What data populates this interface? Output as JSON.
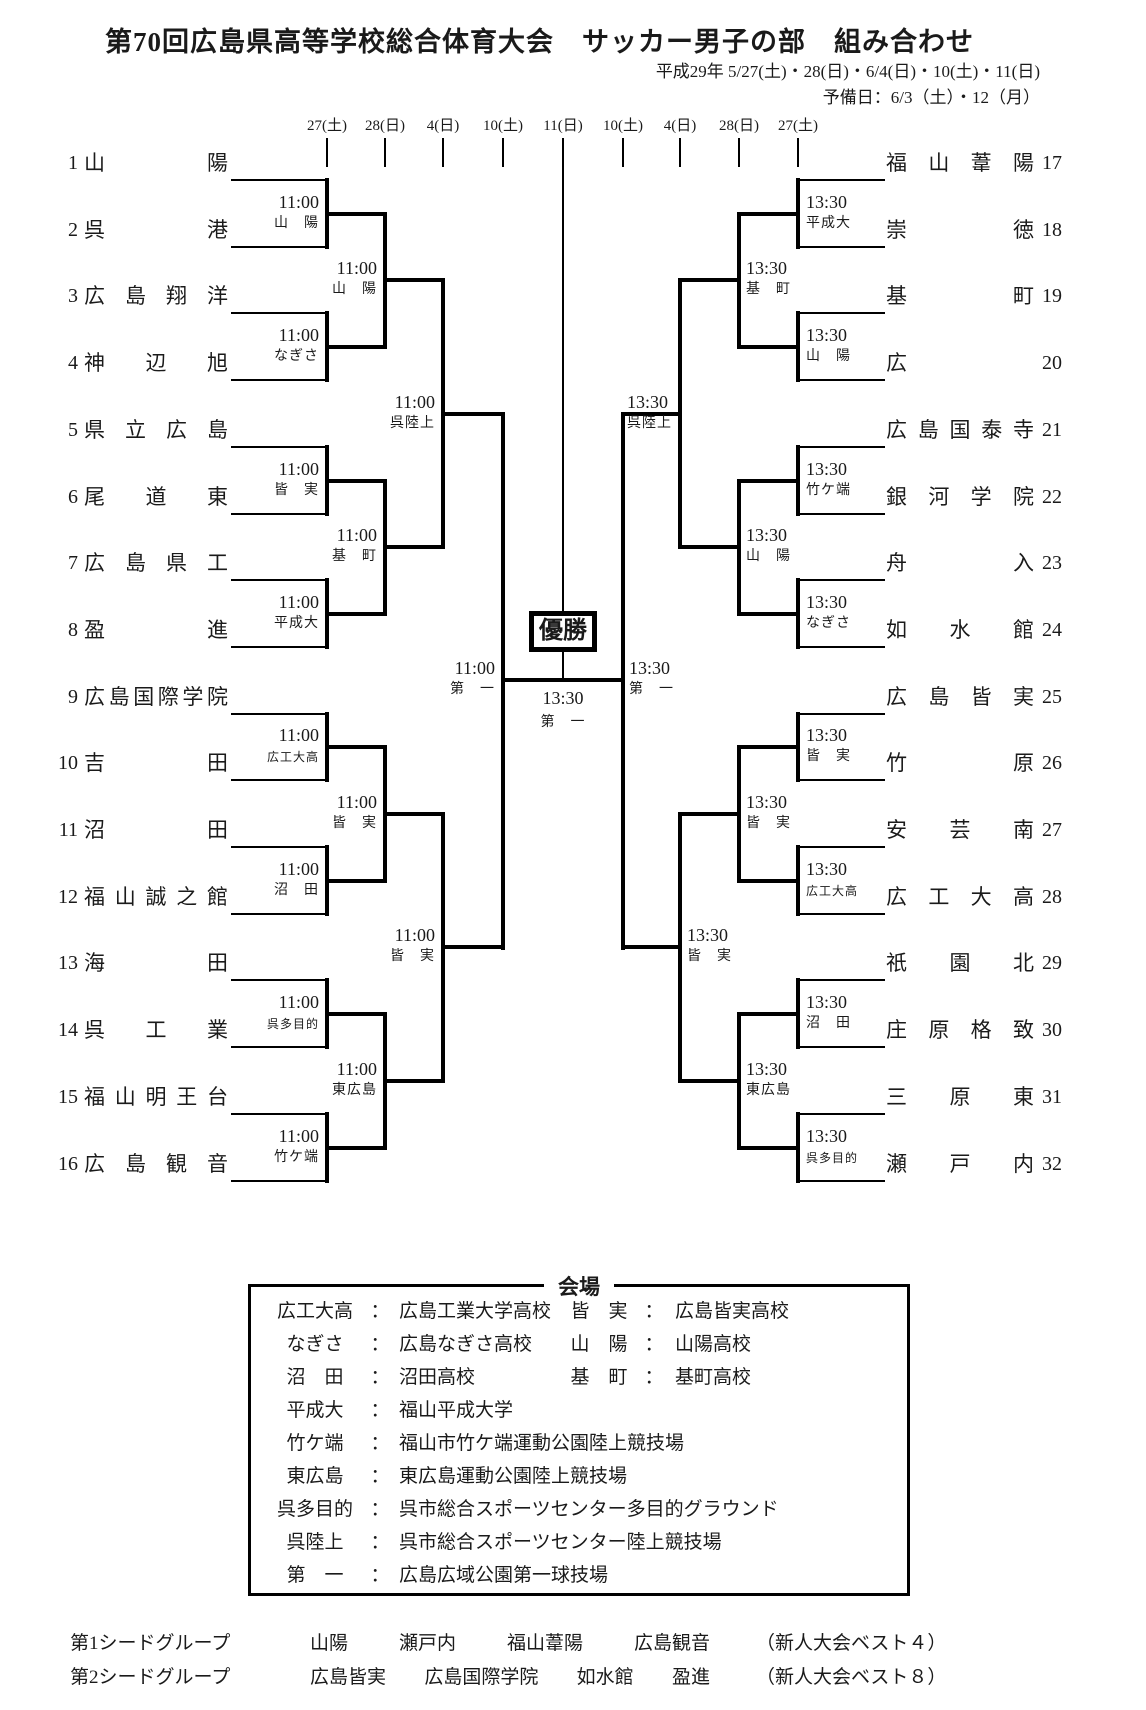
{
  "header": {
    "title": "第70回広島県高等学校総合体育大会　サッカー男子の部　組み合わせ",
    "dates_line": "平成29年 5/27(土)・28(日)・6/4(日)・10(土)・11(日)",
    "reserve_line": "予備日：6/3（土）・12（月）"
  },
  "column_dates": [
    "27(土)",
    "28(日)",
    "4(日)",
    "10(土)",
    "11(日)",
    "10(土)",
    "4(日)",
    "28(日)",
    "27(土)"
  ],
  "champion_label": "優勝",
  "bracket": {
    "teams_left": [
      {
        "no": "1",
        "name": "山陽"
      },
      {
        "no": "2",
        "name": "呉港"
      },
      {
        "no": "3",
        "name": "広島翔洋"
      },
      {
        "no": "4",
        "name": "神辺旭"
      },
      {
        "no": "5",
        "name": "県立広島"
      },
      {
        "no": "6",
        "name": "尾道東"
      },
      {
        "no": "7",
        "name": "広島県工"
      },
      {
        "no": "8",
        "name": "盈進"
      },
      {
        "no": "9",
        "name": "広島国際学院"
      },
      {
        "no": "10",
        "name": "吉田"
      },
      {
        "no": "11",
        "name": "沼田"
      },
      {
        "no": "12",
        "name": "福山誠之館"
      },
      {
        "no": "13",
        "name": "海田"
      },
      {
        "no": "14",
        "name": "呉工業"
      },
      {
        "no": "15",
        "name": "福山明王台"
      },
      {
        "no": "16",
        "name": "広島観音"
      }
    ],
    "teams_right": [
      {
        "no": "17",
        "name": "福山葦陽"
      },
      {
        "no": "18",
        "name": "崇徳"
      },
      {
        "no": "19",
        "name": "基町"
      },
      {
        "no": "20",
        "name": "広"
      },
      {
        "no": "21",
        "name": "広島国泰寺"
      },
      {
        "no": "22",
        "name": "銀河学院"
      },
      {
        "no": "23",
        "name": "舟入"
      },
      {
        "no": "24",
        "name": "如水館"
      },
      {
        "no": "25",
        "name": "広島皆実"
      },
      {
        "no": "26",
        "name": "竹原"
      },
      {
        "no": "27",
        "name": "安芸南"
      },
      {
        "no": "28",
        "name": "広工大高"
      },
      {
        "no": "29",
        "name": "祇園北"
      },
      {
        "no": "30",
        "name": "庄原格致"
      },
      {
        "no": "31",
        "name": "三原東"
      },
      {
        "no": "32",
        "name": "瀬戸内"
      }
    ],
    "rounds_left": {
      "r1": [
        {
          "time": "11:00",
          "venue": "山　陽"
        },
        {
          "time": "11:00",
          "venue": "なぎさ"
        },
        {
          "time": "11:00",
          "venue": "皆　実"
        },
        {
          "time": "11:00",
          "venue": "平成大"
        },
        {
          "time": "11:00",
          "venue": "広工大高"
        },
        {
          "time": "11:00",
          "venue": "沼　田"
        },
        {
          "time": "11:00",
          "venue": "呉多目的"
        },
        {
          "time": "11:00",
          "venue": "竹ケ端"
        }
      ],
      "r2": [
        {
          "time": "11:00",
          "venue": "山　陽"
        },
        {
          "time": "11:00",
          "venue": "基　町"
        },
        {
          "time": "11:00",
          "venue": "皆　実"
        },
        {
          "time": "11:00",
          "venue": "東広島"
        }
      ],
      "qf": [
        {
          "time": "11:00",
          "venue": "呉陸上"
        },
        {
          "time": "11:00",
          "venue": "皆　実"
        }
      ],
      "sf": {
        "time": "11:00",
        "venue": "第　一"
      }
    },
    "rounds_right": {
      "r1": [
        {
          "time": "13:30",
          "venue": "平成大"
        },
        {
          "time": "13:30",
          "venue": "山　陽"
        },
        {
          "time": "13:30",
          "venue": "竹ケ端"
        },
        {
          "time": "13:30",
          "venue": "なぎさ"
        },
        {
          "time": "13:30",
          "venue": "皆　実"
        },
        {
          "time": "13:30",
          "venue": "広工大高"
        },
        {
          "time": "13:30",
          "venue": "沼　田"
        },
        {
          "time": "13:30",
          "venue": "呉多目的"
        }
      ],
      "r2": [
        {
          "time": "13:30",
          "venue": "基　町"
        },
        {
          "time": "13:30",
          "venue": "山　陽"
        },
        {
          "time": "13:30",
          "venue": "皆　実"
        },
        {
          "time": "13:30",
          "venue": "東広島"
        }
      ],
      "qf": [
        {
          "time": "13:30",
          "venue": "呉陸上"
        },
        {
          "time": "13:30",
          "venue": "皆　実"
        }
      ],
      "sf": {
        "time": "13:30",
        "venue": "第　一"
      }
    },
    "final": {
      "time": "13:30",
      "venue": "第　一"
    }
  },
  "venues": {
    "title": "会場",
    "rows": [
      [
        [
          "広工大高",
          "広島工業大学高校"
        ],
        [
          "皆　実",
          "広島皆実高校"
        ]
      ],
      [
        [
          "なぎさ",
          "広島なぎさ高校"
        ],
        [
          "山　陽",
          "山陽高校"
        ]
      ],
      [
        [
          "沼　田",
          "沼田高校"
        ],
        [
          "基　町",
          "基町高校"
        ]
      ],
      [
        [
          "平成大",
          "福山平成大学"
        ]
      ],
      [
        [
          "竹ケ端",
          "福山市竹ケ端運動公園陸上競技場"
        ]
      ],
      [
        [
          "東広島",
          "東広島運動公園陸上競技場"
        ]
      ],
      [
        [
          "呉多目的",
          "呉市総合スポーツセンター多目的グラウンド"
        ]
      ],
      [
        [
          "呉陸上",
          "呉市総合スポーツセンター陸上競技場"
        ]
      ],
      [
        [
          "第　一",
          "広島広域公園第一球技場"
        ]
      ]
    ]
  },
  "seeds": [
    {
      "label": "第1シードグループ",
      "teams": [
        "山陽",
        "瀬戸内",
        "福山葦陽",
        "広島観音"
      ],
      "note": "（新人大会ベスト４）"
    },
    {
      "label": "第2シードグループ",
      "teams": [
        "広島皆実",
        "広島国際学院",
        "如水館",
        "盈進"
      ],
      "note": "（新人大会ベスト８）"
    }
  ]
}
